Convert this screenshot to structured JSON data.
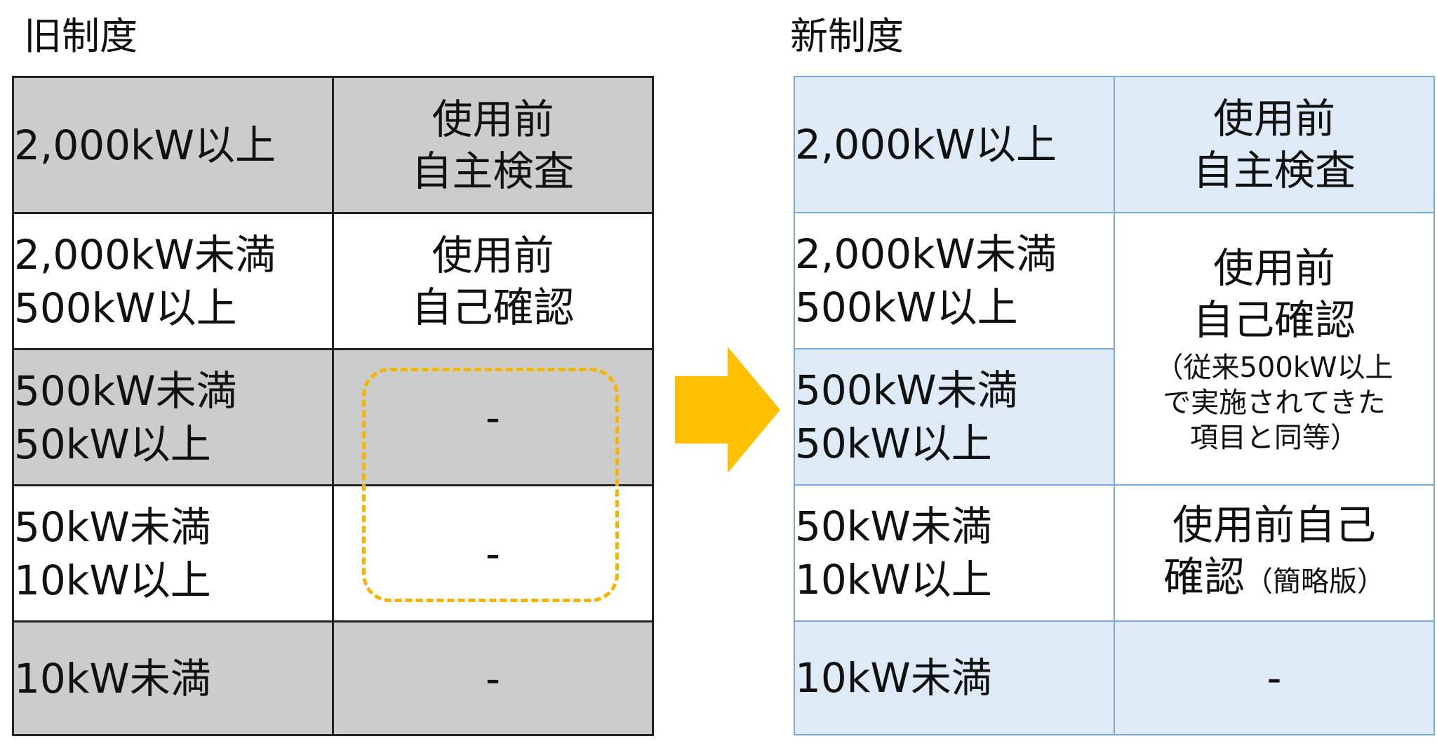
{
  "old": {
    "title": "旧制度",
    "rows": [
      {
        "range": [
          "2,000kW以上"
        ],
        "inspection": [
          "使用前",
          "自主検査"
        ]
      },
      {
        "range": [
          "2,000kW未満",
          "500kW以上"
        ],
        "inspection": [
          "使用前",
          "自己確認"
        ]
      },
      {
        "range": [
          "500kW未満",
          "50kW以上"
        ],
        "inspection": [
          "-"
        ]
      },
      {
        "range": [
          "50kW未満",
          "10kW以上"
        ],
        "inspection": [
          "-"
        ]
      },
      {
        "range": [
          "10kW未満"
        ],
        "inspection": [
          "-"
        ]
      }
    ]
  },
  "new": {
    "title": "新制度",
    "rows": [
      {
        "range": [
          "2,000kW以上"
        ],
        "inspection": [
          "使用前",
          "自主検査"
        ]
      },
      {
        "range": [
          "2,000kW未満",
          "500kW以上"
        ]
      },
      {
        "range": [
          "500kW未満",
          "50kW以上"
        ]
      },
      {
        "range": [
          "50kW未満",
          "10kW以上"
        ],
        "inspection": [
          "使用前自己",
          "確認",
          "（簡略版）"
        ]
      },
      {
        "range": [
          "10kW未満"
        ],
        "inspection": [
          "-"
        ]
      }
    ],
    "merged_inspection": {
      "lines": [
        "使用前",
        "自己確認"
      ],
      "note": [
        "（従来500kW以上",
        "で実施されてきた",
        "項目と同等）"
      ]
    }
  },
  "colors": {
    "old_gray": "#cccccc",
    "new_blue": "#deeaf6",
    "new_border": "#7aaad6",
    "arrow": "#ffc000",
    "highlight": "#f5b400"
  },
  "icons": {
    "arrow": "right-arrow-icon"
  }
}
